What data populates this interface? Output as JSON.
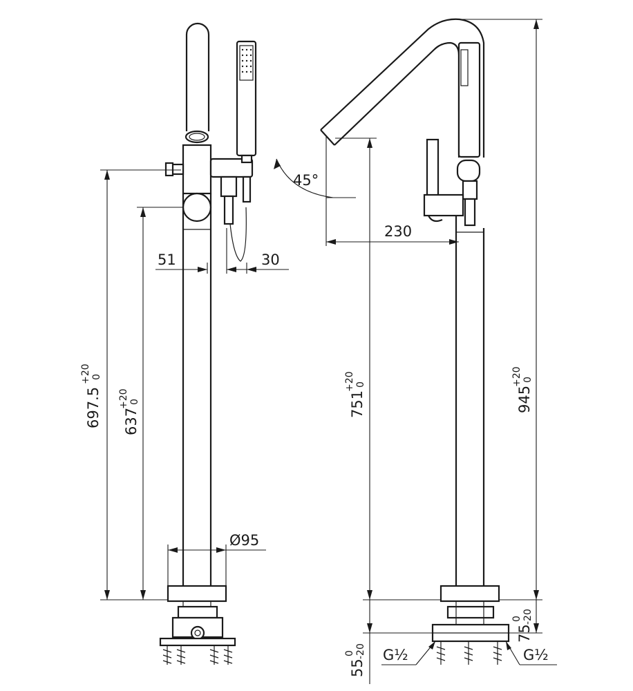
{
  "dimensions": {
    "d51": "51",
    "d30": "30",
    "d95": "Ø95",
    "d45": "45°",
    "d230": "230",
    "d697": "697.5",
    "d697_tol_upper": "+20",
    "d697_tol_lower": "0",
    "d637": "637",
    "d637_tol_upper": "+20",
    "d637_tol_lower": "0",
    "d751": "751",
    "d751_tol_upper": "+20",
    "d751_tol_lower": "0",
    "d945": "945",
    "d945_tol_upper": "+20",
    "d945_tol_lower": "0",
    "d75": "75",
    "d75_tol_upper": "0",
    "d75_tol_lower": "-20",
    "d55": "55",
    "d55_tol_upper": "0",
    "d55_tol_lower": "-20",
    "thread_left": "G½",
    "thread_right": "G½"
  }
}
